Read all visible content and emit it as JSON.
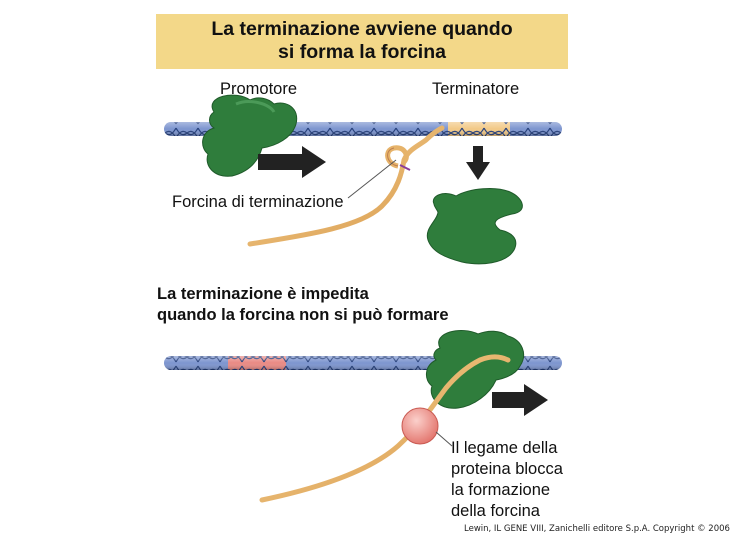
{
  "title": {
    "line1": "La terminazione avviene quando",
    "line2": "si forma la forcina"
  },
  "labels": {
    "promoter": "Promotore",
    "terminator": "Terminatore",
    "hairpin": "Forcina di terminazione"
  },
  "subtitle": {
    "line1": "La terminazione è impedita",
    "line2": "quando la forcina non si può formare"
  },
  "note": {
    "line1": "Il legame della",
    "line2": "proteina blocca",
    "line3": "la formazione",
    "line4": "della forcina"
  },
  "credit": "Lewin, IL GENE VIII, Zanichelli editore S.p.A. Copyright © 2006",
  "colors": {
    "banner": "#f3d889",
    "dna": "#6f88c4",
    "promoter_region": "#e98a84",
    "terminator_region": "#f2c987",
    "polymerase": "#2f7d3c",
    "rna": "#e6b36a",
    "protein": "#f19c94",
    "arrow": "#222222"
  }
}
